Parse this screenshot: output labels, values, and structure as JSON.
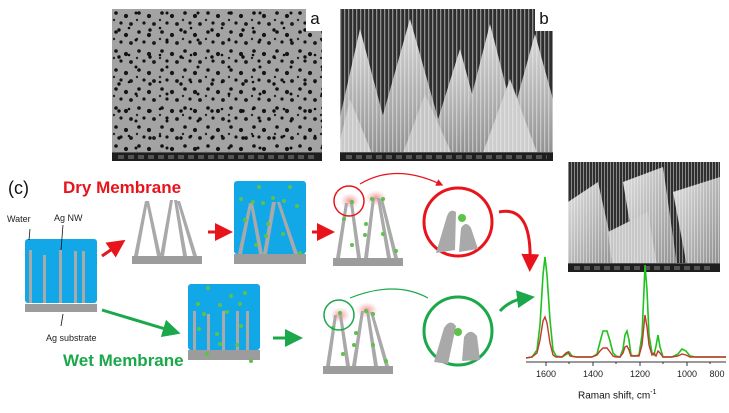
{
  "panels": {
    "a": {
      "letter": "a",
      "description": "top-view SEM of porous membrane"
    },
    "b": {
      "letter": "b",
      "description": "tilted SEM of Ag nanowire bundles"
    },
    "c": {
      "letter": "(c)"
    }
  },
  "schematic": {
    "dry_title": "Dry Membrane",
    "wet_title": "Wet Membrane",
    "labels": {
      "water": "Water",
      "ag_nw": "Ag NW",
      "ag_substrate": "Ag substrate"
    },
    "colors": {
      "water": "#12a8e8",
      "nanowire": "#a9a9a9",
      "substrate": "#9c9c9c",
      "particle": "#5cc24a",
      "dry_accent": "#e8141c",
      "wet_accent": "#1aa84a",
      "hotspot": "#f4a0a0"
    }
  },
  "chart_data": {
    "type": "line",
    "title": "",
    "xlabel": "Raman shift, cm⁻¹",
    "ylabel": "",
    "x_ticks": [
      1600,
      1400,
      1200,
      1000,
      800
    ],
    "xlim": [
      1700,
      700
    ],
    "x_reversed": true,
    "grid": false,
    "legend": "none (colors map to Wet = green, Dry = red)",
    "series": [
      {
        "name": "Wet Membrane",
        "color": "#1fc21f",
        "peaks": [
          {
            "x": 1578,
            "rel_height": 1.0
          },
          {
            "x": 1480,
            "rel_height": 0.05
          },
          {
            "x": 1255,
            "rel_height": 0.38
          },
          {
            "x": 1165,
            "rel_height": 0.38
          },
          {
            "x": 1075,
            "rel_height": 1.15
          },
          {
            "x": 1000,
            "rel_height": 0.25
          },
          {
            "x": 840,
            "rel_height": 0.09
          }
        ]
      },
      {
        "name": "Dry Membrane",
        "color": "#c8372b",
        "peaks": [
          {
            "x": 1578,
            "rel_height": 0.46
          },
          {
            "x": 1490,
            "rel_height": 0.06
          },
          {
            "x": 1255,
            "rel_height": 0.14
          },
          {
            "x": 1165,
            "rel_height": 0.15
          },
          {
            "x": 1075,
            "rel_height": 0.57
          },
          {
            "x": 1020,
            "rel_height": 0.06
          },
          {
            "x": 1000,
            "rel_height": 0.1
          },
          {
            "x": 840,
            "rel_height": 0.04
          }
        ]
      }
    ]
  },
  "axis": {
    "tick_1600": "1600",
    "tick_1400": "1400",
    "tick_1200": "1200",
    "tick_1000": "1000",
    "tick_800": "800",
    "xlabel_main": "Raman shift, cm",
    "xlabel_sup": "-1"
  }
}
